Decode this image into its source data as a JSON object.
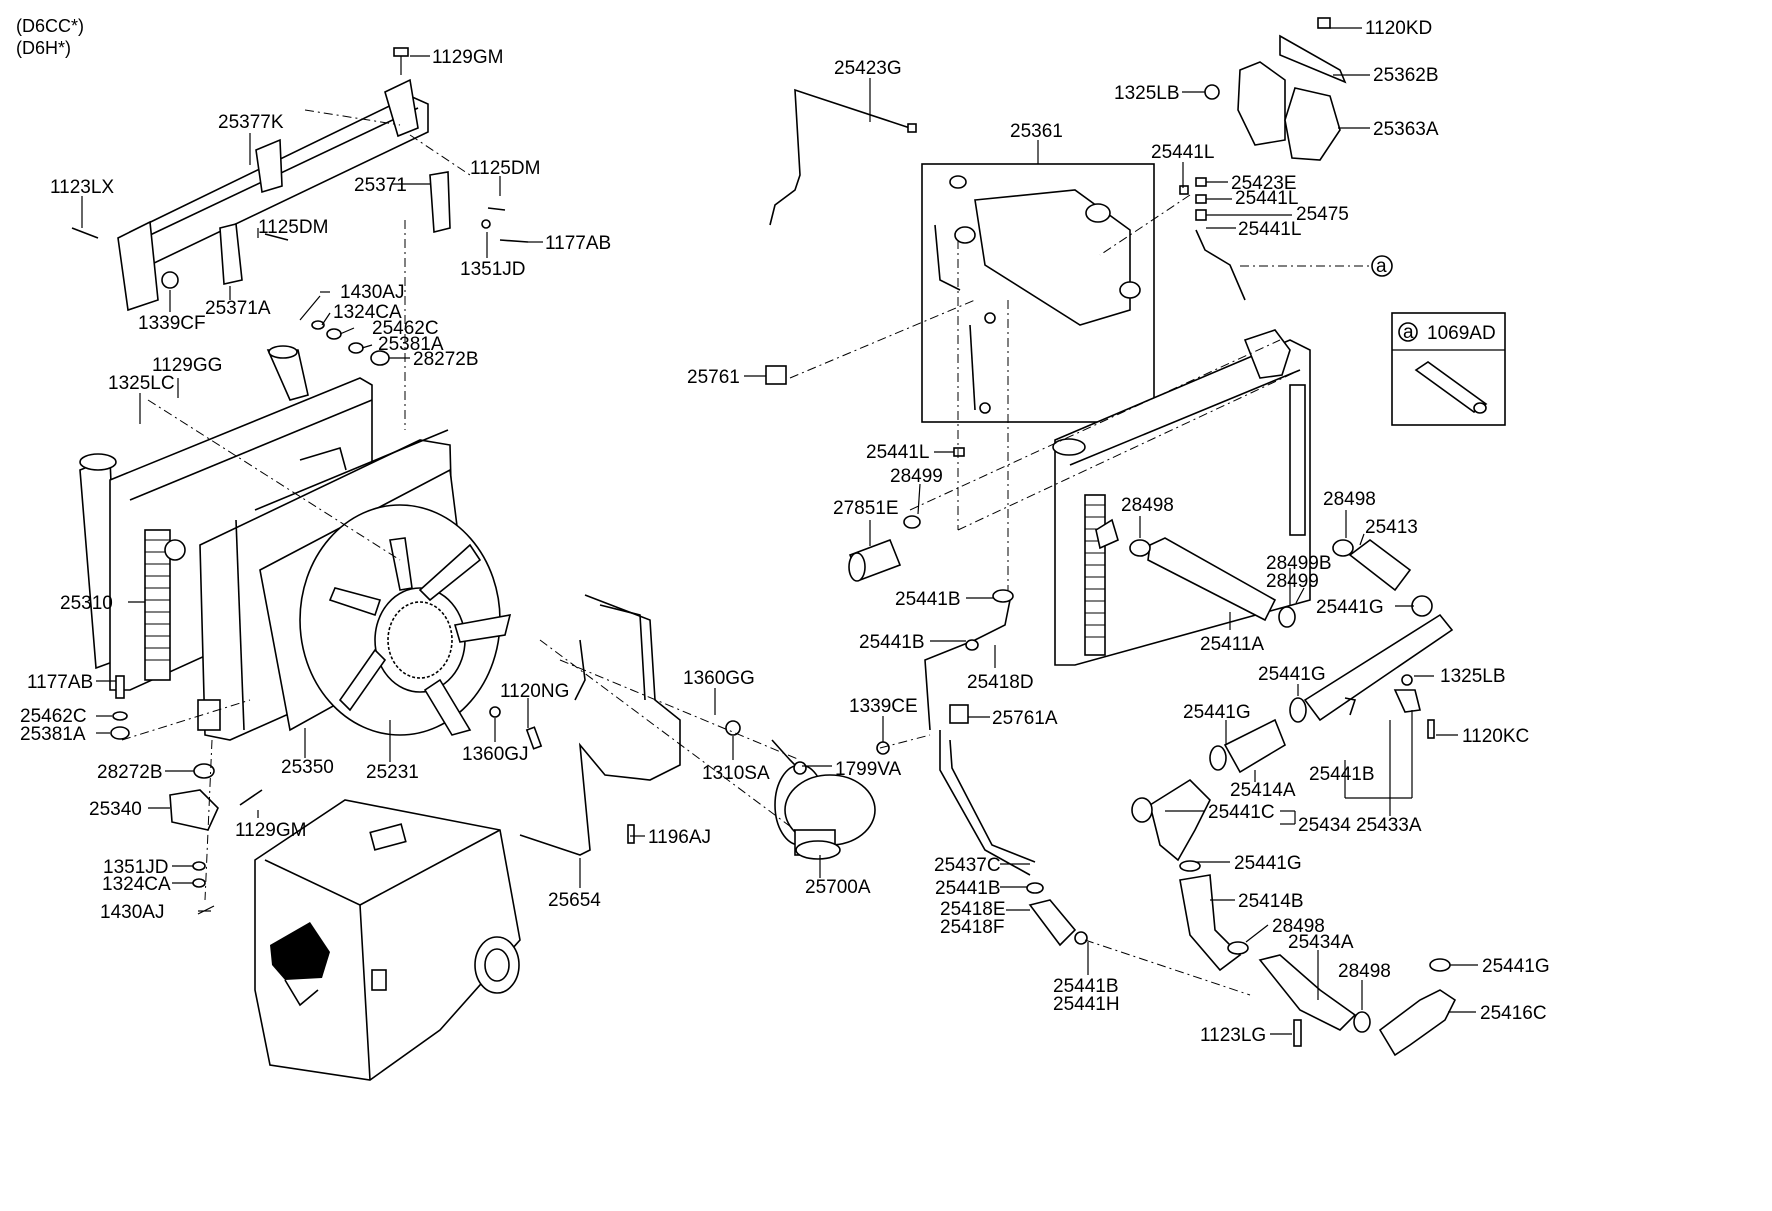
{
  "header": {
    "variant_1": "(D6CC*)",
    "variant_2": "(D6H*)"
  },
  "legend": {
    "ref_letter": "a",
    "ref_part": "1069AD"
  },
  "callout_ref": "a",
  "labels": {
    "l_1129GM_top": "1129GM",
    "l_25377K": "25377K",
    "l_1123LX": "1123LX",
    "l_1125DM_a": "1125DM",
    "l_1125DM_b": "1125DM",
    "l_25371": "25371",
    "l_1177AB_top": "1177AB",
    "l_1351JD_top": "1351JD",
    "l_1339CF": "1339CF",
    "l_25371A": "25371A",
    "l_1430AJ_top": "1430AJ",
    "l_1324CA_top": "1324CA",
    "l_25462C_top": "25462C",
    "l_25381A_top": "25381A",
    "l_28272B_top": "28272B",
    "l_1129GG": "1129GG",
    "l_1325LC": "1325LC",
    "l_25310": "25310",
    "l_1177AB_low": "1177AB",
    "l_25462C_low": "25462C",
    "l_25381A_low": "25381A",
    "l_28272B_low": "28272B",
    "l_25340": "25340",
    "l_1129GM_low": "1129GM",
    "l_1351JD_low": "1351JD",
    "l_1324CA_low": "1324CA",
    "l_1430AJ_low": "1430AJ",
    "l_25350": "25350",
    "l_25231": "25231",
    "l_1120NG": "1120NG",
    "l_1360GJ": "1360GJ",
    "l_1360GG": "1360GG",
    "l_1310SA": "1310SA",
    "l_1196AJ": "1196AJ",
    "l_25654": "25654",
    "l_25700A": "25700A",
    "l_1799VA": "1799VA",
    "l_1339CE": "1339CE",
    "l_25423G": "25423G",
    "l_25361": "25361",
    "l_25761": "25761",
    "l_25441L_a": "25441L",
    "l_25441L_b": "25441L",
    "l_25441L_c": "25441L",
    "l_25441L_d": "25441L",
    "l_25423E": "25423E",
    "l_25475": "25475",
    "l_1120KD": "1120KD",
    "l_25362B": "25362B",
    "l_1325LB_top": "1325LB",
    "l_25363A": "25363A",
    "l_28499_a": "28499",
    "l_27851E": "27851E",
    "l_25441B_a": "25441B",
    "l_25441B_b": "25441B",
    "l_25418D": "25418D",
    "l_25761A": "25761A",
    "l_25437C": "25437C",
    "l_25441B_c": "25441B",
    "l_25418E": "25418E",
    "l_25418F": "25418F",
    "l_25441B_d": "25441B",
    "l_25441H": "25441H",
    "l_28498_a": "28498",
    "l_28498_b": "28498",
    "l_25413": "25413",
    "l_28499B": "28499B",
    "l_28499_b": "28499",
    "l_25441G_a": "25441G",
    "l_25411A": "25411A",
    "l_25441G_b": "25441G",
    "l_1325LB_low": "1325LB",
    "l_25441G_c": "25441G",
    "l_1120KC": "1120KC",
    "l_25414A": "25414A",
    "l_25441B_e": "25441B",
    "l_25441C": "25441C",
    "l_25434": "25434",
    "l_25433A": "25433A",
    "l_25441G_d": "25441G",
    "l_25414B": "25414B",
    "l_28498_c": "28498",
    "l_25434A": "25434A",
    "l_28498_d": "28498",
    "l_25441G_e": "25441G",
    "l_25416C": "25416C",
    "l_1123LG": "1123LG"
  }
}
